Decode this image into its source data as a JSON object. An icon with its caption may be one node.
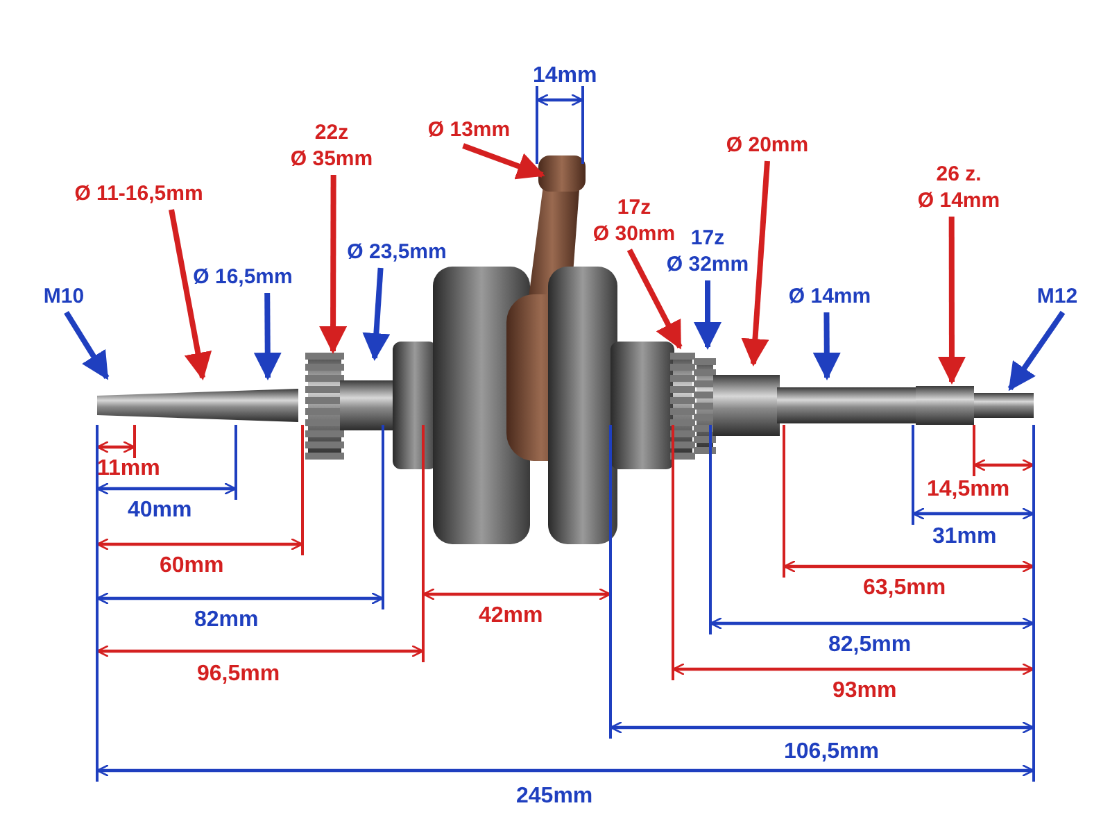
{
  "diagram": {
    "nodes": [
      {
        "text": [
          "M10"
        ]
      },
      {
        "text": [
          "Ø 11-16,5mm"
        ]
      },
      {
        "text": [
          "Ø 16,5mm"
        ]
      },
      {
        "text": [
          "22z",
          "Ø 35mm"
        ]
      },
      {
        "text": [
          "Ø 23,5mm"
        ]
      },
      {
        "text": [
          "Ø 13mm"
        ]
      },
      {
        "text": [
          "17z",
          "Ø 30mm"
        ]
      },
      {
        "text": [
          "17z",
          "Ø 32mm"
        ]
      },
      {
        "text": [
          "Ø 20mm"
        ]
      },
      {
        "text": [
          "Ø 14mm"
        ]
      },
      {
        "text": [
          "26 z.",
          "Ø 14mm"
        ]
      },
      {
        "text": [
          "M12"
        ]
      }
    ],
    "edges": [
      {
        "from": 0,
        "to": null,
        "arrow": "to",
        "color": "#1f3fbf"
      },
      {
        "from": 1,
        "to": null,
        "arrow": "to",
        "color": "#d42020"
      },
      {
        "from": 2,
        "to": null,
        "arrow": "to",
        "color": "#1f3fbf"
      },
      {
        "from": 3,
        "to": null,
        "arrow": "to",
        "color": "#d42020"
      },
      {
        "from": 4,
        "to": null,
        "arrow": "to",
        "color": "#1f3fbf"
      },
      {
        "from": 5,
        "to": null,
        "arrow": "to",
        "color": "#d42020"
      },
      {
        "from": 6,
        "to": null,
        "arrow": "to",
        "color": "#d42020"
      },
      {
        "from": 7,
        "to": null,
        "arrow": "to",
        "color": "#1f3fbf"
      },
      {
        "from": 8,
        "to": null,
        "arrow": "to",
        "color": "#d42020"
      },
      {
        "from": 9,
        "to": null,
        "arrow": "to",
        "color": "#1f3fbf"
      },
      {
        "from": 10,
        "to": null,
        "arrow": "to",
        "color": "#d42020"
      },
      {
        "from": 11,
        "to": null,
        "arrow": "to",
        "color": "#1f3fbf"
      }
    ],
    "labels": [
      "14mm",
      "11mm",
      "40mm",
      "60mm",
      "82mm",
      "42mm",
      "96,5mm",
      "14,5mm",
      "31mm",
      "63,5mm",
      "82,5mm",
      "93mm",
      "106,5mm",
      "245mm"
    ]
  }
}
